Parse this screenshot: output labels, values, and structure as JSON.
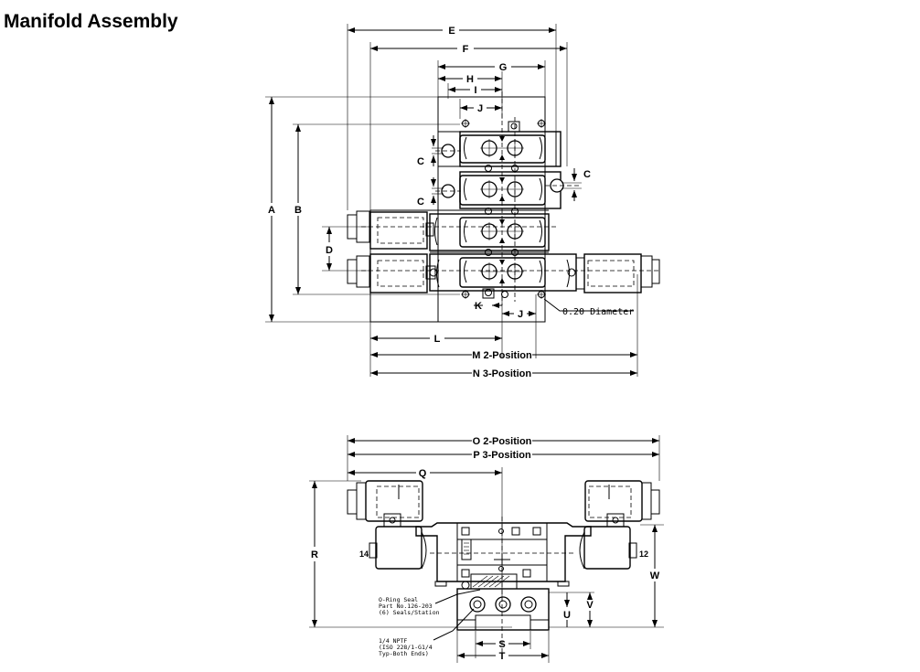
{
  "title": "Manifold Assembly",
  "top_view": {
    "dims": {
      "E": "E",
      "F": "F",
      "G": "G",
      "H": "H",
      "I": "I",
      "J": "J",
      "C": "C",
      "A": "A",
      "B": "B",
      "D": "D",
      "K": "K",
      "L": "L",
      "M": "M 2-Position",
      "N": "N 3-Position"
    },
    "hole_note": "0.20 Diameter"
  },
  "side_view": {
    "dims": {
      "O": "O 2-Position",
      "P": "P 3-Position",
      "Q": "Q",
      "R": "R",
      "W": "W",
      "V": "V",
      "U": "U",
      "S": "S",
      "T": "T"
    },
    "port_14": "14",
    "port_12": "12",
    "oring_note": [
      "O-Ring Seal",
      "Part No.126-203",
      "(6) Seals/Station"
    ],
    "nptf_note": [
      "1/4 NPTF",
      "(ISO 228/1-G1/4",
      "Typ-Both Ends)"
    ]
  }
}
